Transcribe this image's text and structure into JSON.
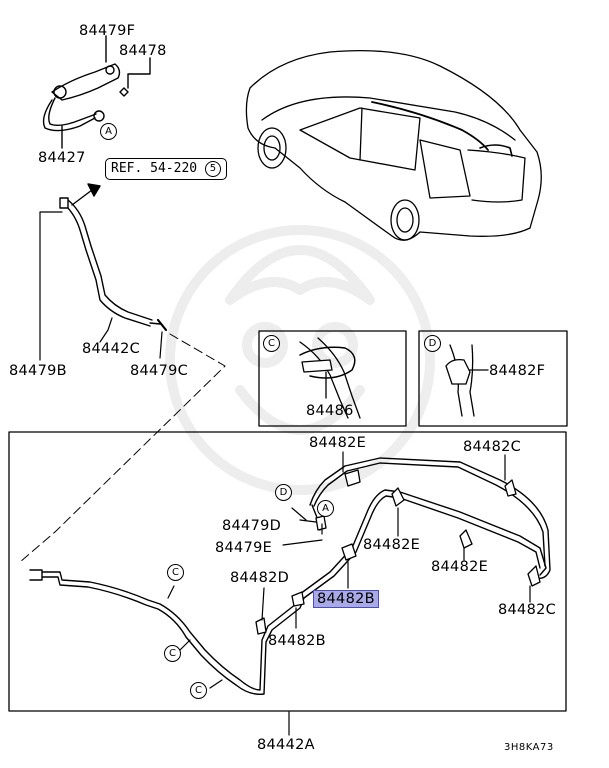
{
  "labels": {
    "p84479F": "84479F",
    "p84478": "84478",
    "p84427": "84427",
    "p84479B": "84479B",
    "p84442C": "84442C",
    "p84479C": "84479C",
    "p84486": "84486",
    "p84482F": "84482F",
    "p84482E_top": "84482E",
    "p84482C_top": "84482C",
    "p84479D": "84479D",
    "p84479E": "84479E",
    "p84482E_mid": "84482E",
    "p84482E_low": "84482E",
    "p84482D": "84482D",
    "p84482B_sel": "84482B",
    "p84482B": "84482B",
    "p84482C_right": "84482C",
    "p84442A": "84442A",
    "code": "3H8KA73"
  },
  "reference": {
    "text": "REF. 54-220",
    "circle": "5"
  },
  "callouts": {
    "a": "A",
    "c": "C",
    "d": "D"
  },
  "highlight_color": "#a9a9e6"
}
